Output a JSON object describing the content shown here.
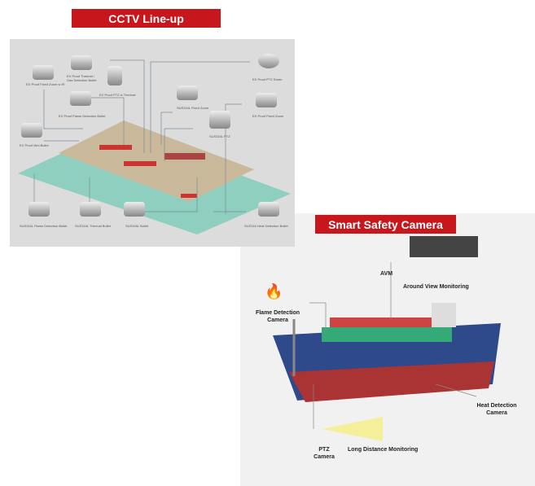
{
  "cctv": {
    "title": "CCTV Line-up",
    "labels": [
      "EX Proof Fixed Zoom w IR",
      "EX Proof Thermal / Gas Detection Bullet",
      "EX Proof PTZ w Thermal",
      "EX Proof Flame Detection Bullet",
      "EX Proof Mini Bullet",
      "SUS316L Fixed Zoom",
      "SUS316L PTZ",
      "EX Proof PTZ Dome",
      "EX Proof Fixed Zoom",
      "SUS316L Flame Detection Bullet",
      "SUS316L Thermal Bullet",
      "SUS316L Bullet",
      "SUS316 Heat Detection Bullet"
    ]
  },
  "smart": {
    "title": "Smart Safety Camera",
    "avm": "AVM",
    "avm_desc": "Around View Monitoring",
    "flame": "Flame Detection Camera",
    "heat": "Heat Detection Camera",
    "ptz": "PTZ Camera",
    "long": "Long Distance Monitoring"
  },
  "colors": {
    "accent": "#c8161d",
    "water": "#8fcfbf"
  }
}
